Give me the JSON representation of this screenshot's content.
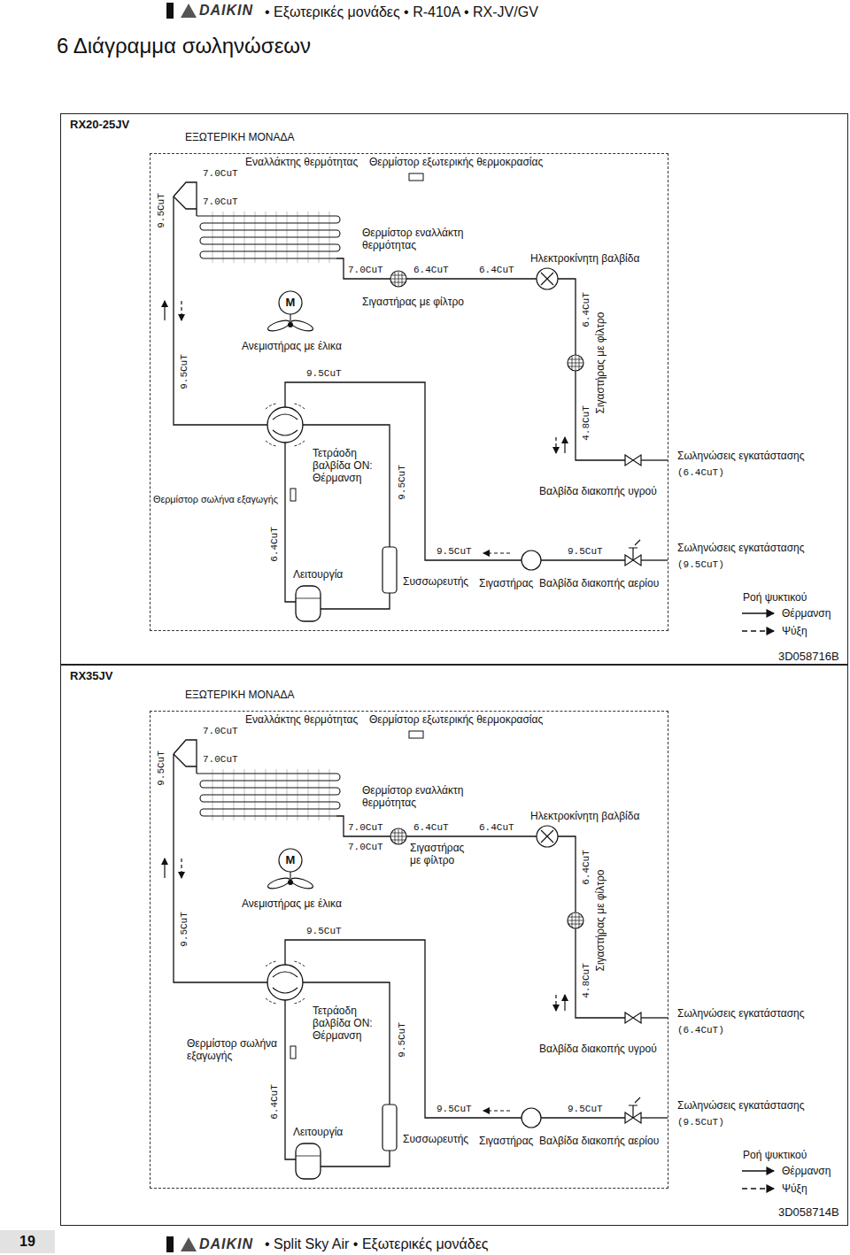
{
  "diagram": {
    "title": "6 Διάγραμμα σωληνώσεων",
    "nodes": [
      {
        "text": [
          "RX20-25JV"
        ]
      },
      {
        "text": [
          "ΕΞΩΤΕΡΙΚΗ ΜΟΝΑΔΑ"
        ],
        "in": 0
      },
      {
        "text": [
          "RX35JV"
        ]
      },
      {
        "text": [
          "ΕΞΩΤΕΡΙΚΗ ΜΟΝΑΔΑ"
        ],
        "in": 2
      }
    ],
    "labels": [
      "DAIKIN",
      "• Εξωτερικές μονάδες • R-410A • RX-JV/GV",
      "Εναλλάκτης θερμότητας",
      "Θερμίστορ εξωτερικής θερμοκρασίας",
      "7.0CuT",
      "7.0CuT",
      "9.5CuT",
      "Θερμίστορ εναλλάκτη θερμότητας",
      "Ηλεκτροκίνητη βαλβίδα",
      "7.0CuT",
      "6.4CuT",
      "6.4CuT",
      "Σιγαστήρας με φίλτρο",
      "M",
      "6.4CuT",
      "Ανεμιστήρας με έλικα",
      "9.5CuT",
      "9.5CuT",
      "Σιγαστήρας με φίλτρο",
      "4.8CuT",
      "Τετράοδη βαλβίδα ON: Θέρμανση",
      "Σωληνώσεις εγκατάστασης",
      "(6.4CuT)",
      "Βαλβίδα διακοπής υγρού",
      "9.5CuT",
      "Θερμίστορ σωλήνα εξαγωγής",
      "6.4CuT",
      "9.5CuT",
      "9.5CuT",
      "Σωληνώσεις εγκατάστασης",
      "(9.5CuT)",
      "Λειτουργία",
      "Συσσωρευτής",
      "Σιγαστήρας",
      "Βαλβίδα διακοπής αερίου",
      "Ροή ψυκτικού",
      "3D058716B",
      "Εναλλάκτης θερμότητας",
      "Θερμίστορ εξωτερικής θερμοκρασίας",
      "7.0CuT",
      "7.0CuT",
      "9.5CuT",
      "Θερμίστορ εναλλάκτη θερμότητας",
      "Ηλεκτροκίνητη βαλβίδα",
      "7.0CuT",
      "6.4CuT",
      "6.4CuT",
      "7.0CuT",
      "Σιγαστήρας με φίλτρο",
      "M",
      "6.4CuT",
      "Ανεμιστήρας με έλικα",
      "9.5CuT",
      "9.5CuT",
      "Σιγαστήρας με φίλτρο",
      "4.8CuT",
      "Τετράοδη βαλβίδα ON: Θέρμανση",
      "Σωληνώσεις εγκατάστασης",
      "(6.4CuT)",
      "Θερμίστορ σωλήνα εξαγωγής",
      "Βαλβίδα διακοπής υγρού",
      "9.5CuT",
      "6.4CuT",
      "9.5CuT",
      "9.5CuT",
      "Σωληνώσεις εγκατάστασης",
      "(9.5CuT)",
      "Λειτουργία",
      "Συσσωρευτής",
      "Σιγαστήρας",
      "Βαλβίδα διακοπής αερίου",
      "Ροή ψυκτικού",
      "3D058714B",
      "19",
      "DAIKIN",
      "• Split Sky Air • Εξωτερικές μονάδες"
    ],
    "legend": [
      {
        "text": "Θέρμανση"
      },
      {
        "text": "Ψύξη"
      },
      {
        "text": "Θέρμανση"
      },
      {
        "text": "Ψύξη"
      }
    ]
  }
}
